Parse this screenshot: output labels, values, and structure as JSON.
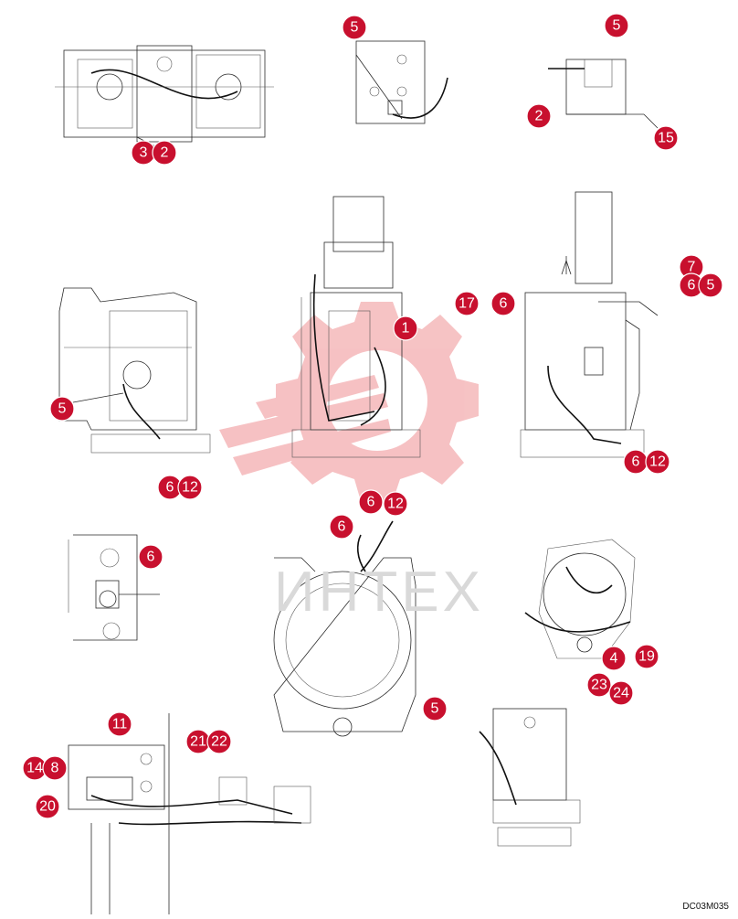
{
  "drawing_code": "DC03M035",
  "watermark_text": "ИНТЕХ",
  "accent_color": "#c8102e",
  "callouts": [
    "5",
    "5",
    "2",
    "15",
    "3",
    "2",
    "7",
    "6",
    "5",
    "17",
    "6",
    "1",
    "5",
    "6",
    "12",
    "6",
    "12",
    "6",
    "6",
    "12",
    "4",
    "19",
    "23",
    "24",
    "5",
    "11",
    "21",
    "22",
    "14",
    "8",
    "20"
  ]
}
